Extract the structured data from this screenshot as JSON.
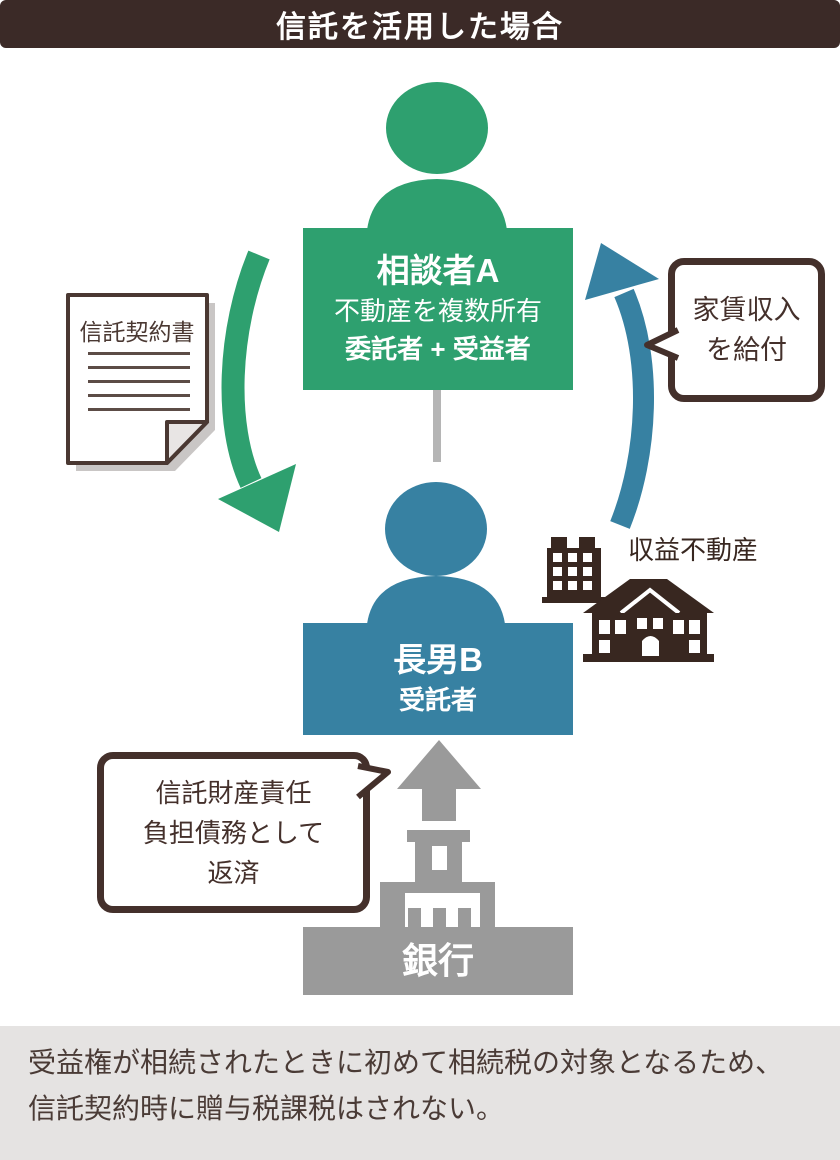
{
  "title": "信託を活用した場合",
  "consultant": {
    "name": "相談者A",
    "description": "不動産を複数所有",
    "roles": "委託者 + 受益者"
  },
  "son": {
    "name": "長男B",
    "role": "受託者"
  },
  "bank": {
    "label": "銀行"
  },
  "document": {
    "title": "信託契約書"
  },
  "income_property_label": "収益不動産",
  "rent_bubble": {
    "line1": "家賃収入",
    "line2": "を給付"
  },
  "repayment_bubble": {
    "line1": "信託財産責任",
    "line2": "負担債務として",
    "line3": "返済"
  },
  "note": {
    "line1": "受益権が相続されたときに初めて相続税の対象となるため、",
    "line2": "信託契約時に贈与税課税はされない。"
  },
  "colors": {
    "header_bg": "#3B2A27",
    "green": "#2EA06F",
    "blue": "#3781A2",
    "gray": "#9A9A9A",
    "dark_brown": "#44302B",
    "building_brown": "#382720",
    "note_bg": "#E5E3E2",
    "note_text": "#4A3B36"
  }
}
